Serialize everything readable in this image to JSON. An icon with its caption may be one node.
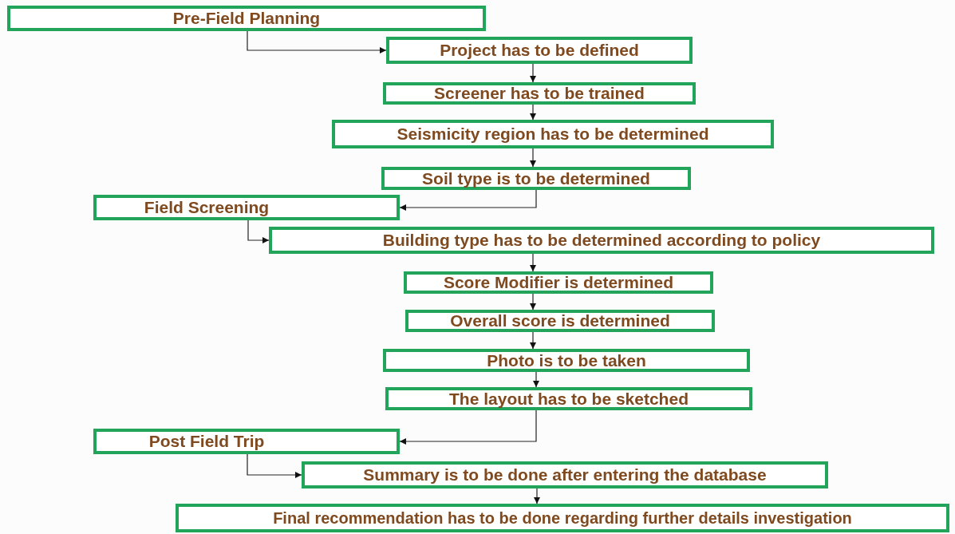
{
  "diagram": {
    "nodes": [
      {
        "text": [
          "Pre-Field Planning"
        ]
      },
      {
        "text": [
          "Project has to be defined"
        ]
      },
      {
        "text": [
          "Screener has to be trained"
        ]
      },
      {
        "text": [
          "Seismicity region has to be determined"
        ]
      },
      {
        "text": [
          "Soil type is to be determined"
        ]
      },
      {
        "text": [
          "Field Screening"
        ]
      },
      {
        "text": [
          "Building type has to be determined according to policy"
        ]
      },
      {
        "text": [
          "Score Modifier is determined"
        ]
      },
      {
        "text": [
          "Overall score is determined"
        ]
      },
      {
        "text": [
          "Photo is to be taken"
        ]
      },
      {
        "text": [
          "The layout has to be sketched"
        ]
      },
      {
        "text": [
          "Post Field Trip"
        ]
      },
      {
        "text": [
          "Summary is to be done after entering the database"
        ]
      },
      {
        "text": [
          "Final recommendation has to be done regarding further details investigation"
        ]
      }
    ],
    "edges": [
      {
        "from": 0,
        "to": 1,
        "arrow": "to"
      },
      {
        "from": 1,
        "to": 2,
        "arrow": "to"
      },
      {
        "from": 2,
        "to": 3,
        "arrow": "to"
      },
      {
        "from": 3,
        "to": 4,
        "arrow": "to"
      },
      {
        "from": 4,
        "to": 5,
        "arrow": "to"
      },
      {
        "from": 5,
        "to": 6,
        "arrow": "to"
      },
      {
        "from": 6,
        "to": 7,
        "arrow": "to"
      },
      {
        "from": 7,
        "to": 8,
        "arrow": "to"
      },
      {
        "from": 8,
        "to": 9,
        "arrow": "to"
      },
      {
        "from": 9,
        "to": 10,
        "arrow": "to"
      },
      {
        "from": 10,
        "to": 11,
        "arrow": "to"
      },
      {
        "from": 11,
        "to": 12,
        "arrow": "to"
      },
      {
        "from": 12,
        "to": 13,
        "arrow": "to"
      }
    ]
  }
}
